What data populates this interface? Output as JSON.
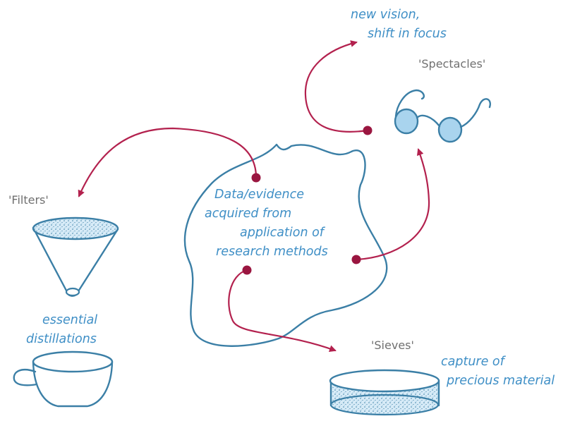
{
  "labels": {
    "center": [
      "Data/evidence",
      "acquired from",
      "application of",
      "research methods"
    ],
    "new_vision": [
      "new vision,",
      "shift in focus"
    ],
    "spectacles": "'Spectacles'",
    "filters": "'Filters'",
    "essential": [
      "essential",
      "distillations"
    ],
    "sieves": "'Sieves'",
    "capture": [
      "capture of",
      "precious material"
    ]
  },
  "colors": {
    "arrow": "#b3214e",
    "outline": "#3b7fa6",
    "fill_blue": "#a9d4ee",
    "text_blue": "#3f8fc6",
    "text_gray": "#707070"
  },
  "icons": [
    "cloud-blob",
    "funnel-icon",
    "cup-icon",
    "spectacles-icon",
    "sieve-icon"
  ]
}
